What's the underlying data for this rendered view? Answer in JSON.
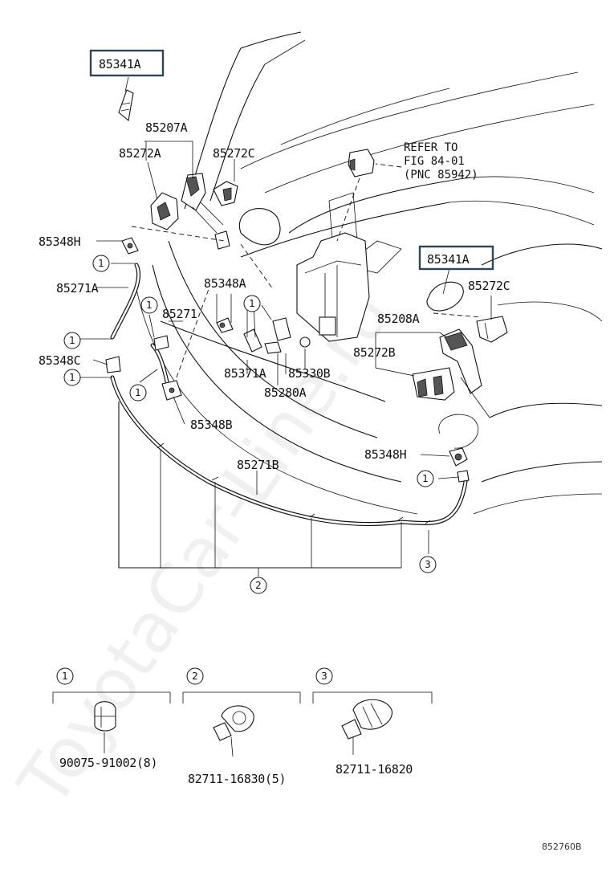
{
  "watermark": "ToyotaCar-Line.ru",
  "figure_id": "852760B",
  "reference_note": {
    "line1": "REFER TO",
    "line2": "FIG 84-01",
    "line3": "(PNC 85942)"
  },
  "callouts": {
    "n1": "1",
    "n2": "2",
    "n3": "3"
  },
  "parts": {
    "p85341A_top": "85341A",
    "p85341A_right": "85341A",
    "p85207A": "85207A",
    "p85272A": "85272A",
    "p85272C_top": "85272C",
    "p85272C_right": "85272C",
    "p85348H_left": "85348H",
    "p85348H_right": "85348H",
    "p85271A": "85271A",
    "p85348A": "85348A",
    "p85271": "85271",
    "p85348C": "85348C",
    "p85208A": "85208A",
    "p85272B": "85272B",
    "p85371A": "85371A",
    "p85330B": "85330B",
    "p85280A": "85280A",
    "p85348B": "85348B",
    "p85271B": "85271B"
  },
  "legend": [
    {
      "num": "1",
      "part": "90075-91002(8)"
    },
    {
      "num": "2",
      "part": "82711-16830(5)"
    },
    {
      "num": "3",
      "part": "82711-16820"
    }
  ]
}
